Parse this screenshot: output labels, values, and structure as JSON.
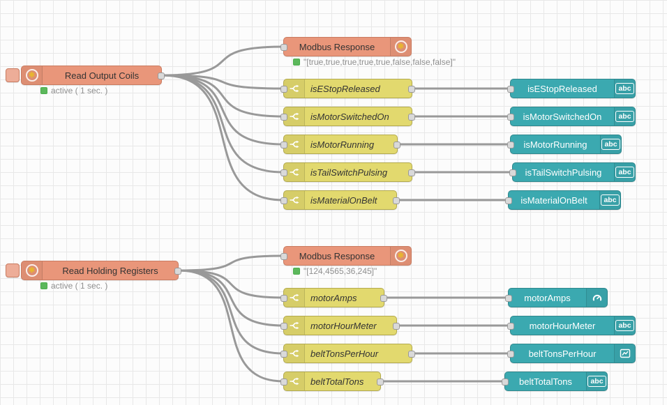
{
  "flow": {
    "coils": {
      "reader": {
        "label": "Read Output Coils",
        "status": "active ( 1 sec. )"
      },
      "response": {
        "label": "Modbus Response",
        "status": "\"[true,true,true,true,true,false,false,false]\""
      },
      "functions": [
        {
          "label": "isEStopReleased"
        },
        {
          "label": "isMotorSwitchedOn"
        },
        {
          "label": "isMotorRunning"
        },
        {
          "label": "isTailSwitchPulsing"
        },
        {
          "label": "isMaterialOnBelt"
        }
      ],
      "outputs": [
        {
          "label": "isEStopReleased",
          "badge": "abc"
        },
        {
          "label": "isMotorSwitchedOn",
          "badge": "abc"
        },
        {
          "label": "isMotorRunning",
          "badge": "abc"
        },
        {
          "label": "isTailSwitchPulsing",
          "badge": "abc"
        },
        {
          "label": "isMaterialOnBelt",
          "badge": "abc"
        }
      ]
    },
    "registers": {
      "reader": {
        "label": "Read Holding Registers",
        "status": "active ( 1 sec. )"
      },
      "response": {
        "label": "Modbus Response",
        "status": "\"[124,4565,36,245]\""
      },
      "functions": [
        {
          "label": "motorAmps"
        },
        {
          "label": "motorHourMeter"
        },
        {
          "label": "beltTonsPerHour"
        },
        {
          "label": "beltTotalTons"
        }
      ],
      "outputs": [
        {
          "label": "motorAmps",
          "icon": "gauge"
        },
        {
          "label": "motorHourMeter",
          "badge": "abc"
        },
        {
          "label": "beltTonsPerHour",
          "icon": "chart"
        },
        {
          "label": "beltTotalTons",
          "badge": "abc"
        }
      ]
    }
  },
  "icons": {
    "modbus_glyph": "✱"
  },
  "colors": {
    "node_salmon": "#E9967A",
    "node_yellow": "#E2D96E",
    "node_teal": "#3BA9B0",
    "wire": "#999999",
    "status_green": "#5cb85c"
  }
}
